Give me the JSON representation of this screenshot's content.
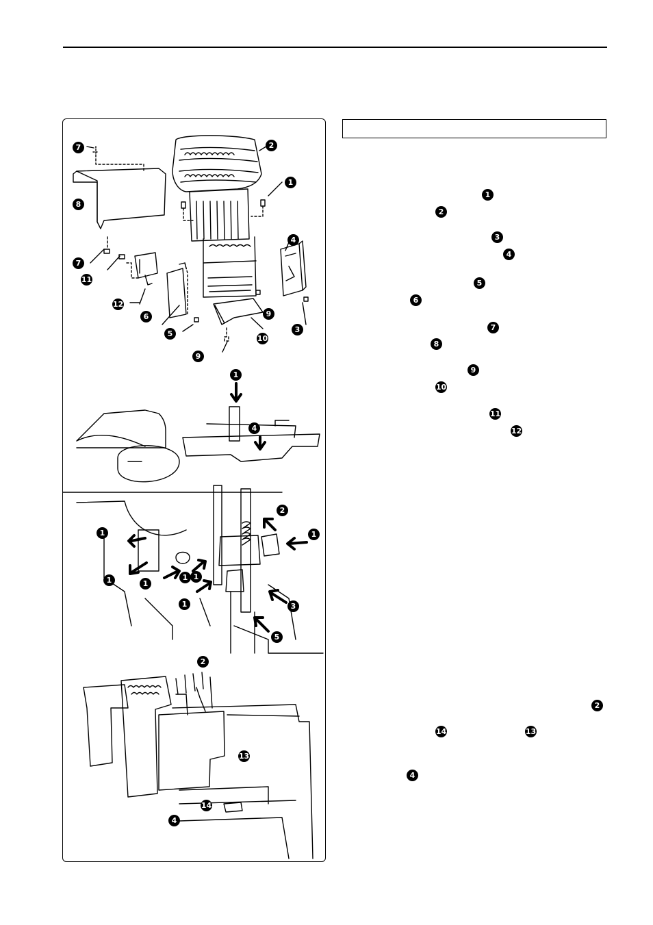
{
  "figure": {
    "exploded_callouts": [
      "7",
      "2",
      "1",
      "8",
      "4",
      "7",
      "11",
      "12",
      "6",
      "5",
      "9",
      "3",
      "9",
      "10"
    ],
    "mechanism_callouts": [
      "1",
      "4",
      "2",
      "1",
      "1",
      "1",
      "1",
      "1",
      "1",
      "1",
      "3",
      "5"
    ],
    "heads_callouts": [
      "2",
      "13",
      "14",
      "4"
    ]
  },
  "steps": [
    {
      "badges": [
        "1"
      ]
    },
    {
      "badges": [
        "2"
      ]
    },
    {
      "badges": [
        "3"
      ]
    },
    {
      "badges": [
        "4"
      ]
    },
    {
      "badges": [
        "5"
      ]
    },
    {
      "badges": [
        "6"
      ]
    },
    {
      "badges": [
        "7"
      ]
    },
    {
      "badges": [
        "8"
      ]
    },
    {
      "badges": [
        "9"
      ]
    },
    {
      "badges": [
        "10"
      ]
    },
    {
      "badges": [
        "11"
      ]
    },
    {
      "badges": [
        "12"
      ]
    },
    {
      "badges": [
        "2",
        "14",
        "13",
        "4"
      ]
    }
  ]
}
